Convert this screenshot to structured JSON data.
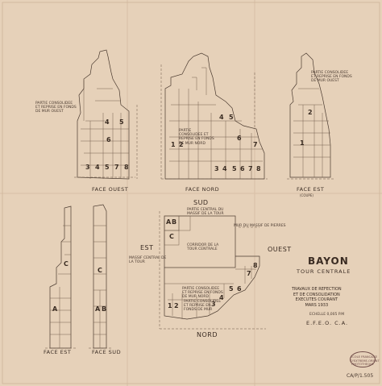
{
  "title": "BAYON",
  "subtitle": "TOUR CENTRALE",
  "work_description": "TRAVAUX DE REFECTION\nET DE CONSOLIDATION\nEXECUTES COURANT\nMARS 1933",
  "scale": "ECHELLE 0,005 P.M",
  "institution": "E.F.E.O.   C.A.",
  "reference": "CA/P/1.505",
  "stamp_text": "ECOLE FRANCAISE\nD'EXTREME-ORIENT\nPHOTOTHEQUE",
  "faces": {
    "ouest": "FACE OUEST",
    "nord": "FACE NORD",
    "est": "FACE EST",
    "sud": "FACE SUD",
    "est_coupe": "(COUPE)"
  },
  "directions": {
    "sud": "SUD",
    "est": "EST",
    "ouest": "OUEST",
    "nord": "NORD"
  },
  "notes": {
    "ouest_left": "PARTIE CONSOLIDEE\nET REPRISE EN FONDS\nDE MUR OUEST",
    "nord_center": "PARTIE\nCONSOLIDEE ET\nREPRISE EN FONDS\nDE MUR NORD",
    "est_top": "PARTIE CONSOLIDEE\nET REPRISE EN FONDS\nDE MUR OUEST",
    "plan_top": "PARTIE CENTRAL DU\nMASSIF DE LA TOUR",
    "plan_est": "MASSIF CENTRAL DE\nLA TOUR",
    "plan_center": "CORRIDOR DE LA\nTOUR CENTRALE",
    "plan_mid": "PARTIE CONSOLIDEE\nET REPRISE EN FONDS\nDE MUR NORD",
    "plan_bottom": "PARTIE CONSOLIDEE\nET REPRISE EN\nFONDS DE MUR",
    "plan_ouest": "MUR DU MASSIF DE PIERRES"
  },
  "numbers": {
    "ouest": [
      "4",
      "5",
      "6",
      "3",
      "4",
      "5",
      "7",
      "8"
    ],
    "nord": [
      "4",
      "5",
      "6",
      "1",
      "2",
      "7",
      "3",
      "4",
      "5",
      "6",
      "7",
      "8"
    ],
    "est": [
      "2",
      "1"
    ],
    "plan": [
      "A",
      "B",
      "C",
      "5",
      "6",
      "7",
      "8",
      "1",
      "2",
      "3",
      "4"
    ],
    "small_est": [
      "C",
      "A"
    ],
    "small_sud": [
      "C",
      "A",
      "B"
    ]
  }
}
